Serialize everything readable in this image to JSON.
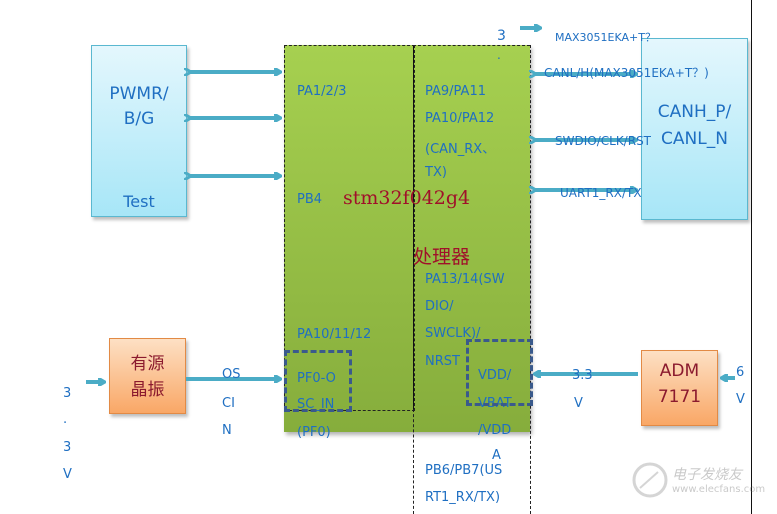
{
  "left_block": {
    "line1": "PWMR/",
    "line2": "B/G",
    "bottom": "Test"
  },
  "right_block": {
    "line1": "CANH_P/",
    "line2": "CANL_N"
  },
  "oscillator": {
    "line1": "有源",
    "line2": "晶振"
  },
  "regulator": {
    "line1": "ADM",
    "line2": "7171"
  },
  "chip": {
    "name": "stm32f042g4",
    "subtitle": "处理器"
  },
  "chip_left_pins": [
    "PA1/2/3",
    "PB4",
    "PA10/11/12",
    "PF0-O",
    "SC_IN",
    "(PF0)"
  ],
  "chip_right_pins": [
    "PA9/PA11",
    "PA10/PA12",
    "(CAN_RX、",
    "TX)",
    "PA13/14(SW",
    "DIO/",
    "SWCLK)/",
    "NRST",
    "VDD/",
    "VBAT",
    "/VDD",
    "A",
    "PB6/PB7(US",
    "RT1_RX/TX)"
  ],
  "signals": {
    "max_top": "MAX3051EKA+T？",
    "canlh": "CANL/H(MAX3051EKA+T？)",
    "swdio": "SWDIO/CLK/RST",
    "uart": "UART1_RX/TX",
    "num3_top": "3",
    "dot_top": ".",
    "num3_b": "3",
    "v_b": "V",
    "osc_in": [
      "OS",
      "CI",
      "N"
    ],
    "v33_left": [
      "3",
      ".",
      "3",
      "V"
    ],
    "v33_right": [
      "3.3",
      "V"
    ],
    "v6": [
      "6",
      "V"
    ]
  },
  "watermark": {
    "cn": "电子发烧友",
    "url": "www.elecfans.com"
  }
}
